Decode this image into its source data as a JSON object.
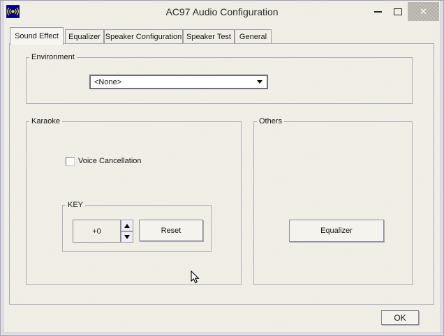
{
  "window": {
    "title": "AC97 Audio Configuration",
    "close_glyph": "✕",
    "ok_label": "OK"
  },
  "tabs": [
    {
      "label": "Sound Effect",
      "active": true
    },
    {
      "label": "Equalizer",
      "active": false
    },
    {
      "label": "Speaker Configuration",
      "active": false
    },
    {
      "label": "Speaker Test",
      "active": false
    },
    {
      "label": "General",
      "active": false
    }
  ],
  "sound_effect_tab": {
    "environment": {
      "label": "Environment",
      "selected_value": "<None>"
    },
    "karaoke": {
      "label": "Karaoke",
      "voice_cancellation": {
        "label": "Voice Cancellation",
        "checked": false
      },
      "key": {
        "label": "KEY",
        "value": "+0",
        "reset_label": "Reset"
      }
    },
    "others": {
      "label": "Others",
      "equalizer_button_label": "Equalizer"
    }
  },
  "colors": {
    "dialog_bg_light": "#edebf2",
    "dialog_bg_dither": "#f3f1d8",
    "close_button_bg": "#a8a4b6",
    "close_glyph_color": "#ffffff",
    "app_icon_bg": "#000080",
    "app_icon_fg": "#f2e93c",
    "border_gray": "#9c9aaa",
    "text_color": "#161616"
  }
}
